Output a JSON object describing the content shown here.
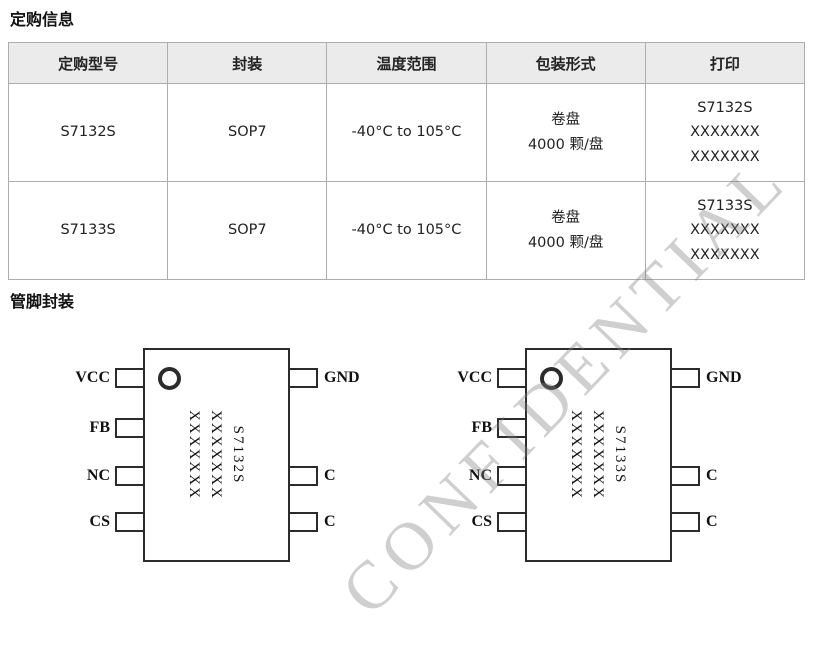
{
  "doc": {
    "ordering_title": "定购信息",
    "package_title": "管脚封装",
    "watermark": "CONFIDENTIAL"
  },
  "ordering_table": {
    "headers": [
      "定购型号",
      "封装",
      "温度范围",
      "包装形式",
      "打印"
    ],
    "rows": [
      {
        "model": "S7132S",
        "package": "SOP7",
        "temp_range": "-40°C to 105°C",
        "packing": [
          "卷盘",
          "4000 颗/盘"
        ],
        "print": [
          "S7132S",
          "XXXXXXX",
          "XXXXXXX"
        ]
      },
      {
        "model": "S7133S",
        "package": "SOP7",
        "temp_range": "-40°C to 105°C",
        "packing": [
          "卷盘",
          "4000 颗/盘"
        ],
        "print": [
          "S7133S",
          "XXXXXXX",
          "XXXXXXX"
        ]
      }
    ]
  },
  "packages": [
    {
      "left_pins": [
        "VCC",
        "FB",
        "NC",
        "CS"
      ],
      "right_pins": [
        "GND",
        "C",
        "C"
      ],
      "marking": {
        "model": "S7132S",
        "code_lines": [
          "XXXXXXX",
          "XXXXXXX"
        ]
      }
    },
    {
      "left_pins": [
        "VCC",
        "FB",
        "NC",
        "CS"
      ],
      "right_pins": [
        "GND",
        "C",
        "C"
      ],
      "marking": {
        "model": "S7133S",
        "code_lines": [
          "XXXXXXX",
          "XXXXXXX"
        ]
      }
    }
  ]
}
